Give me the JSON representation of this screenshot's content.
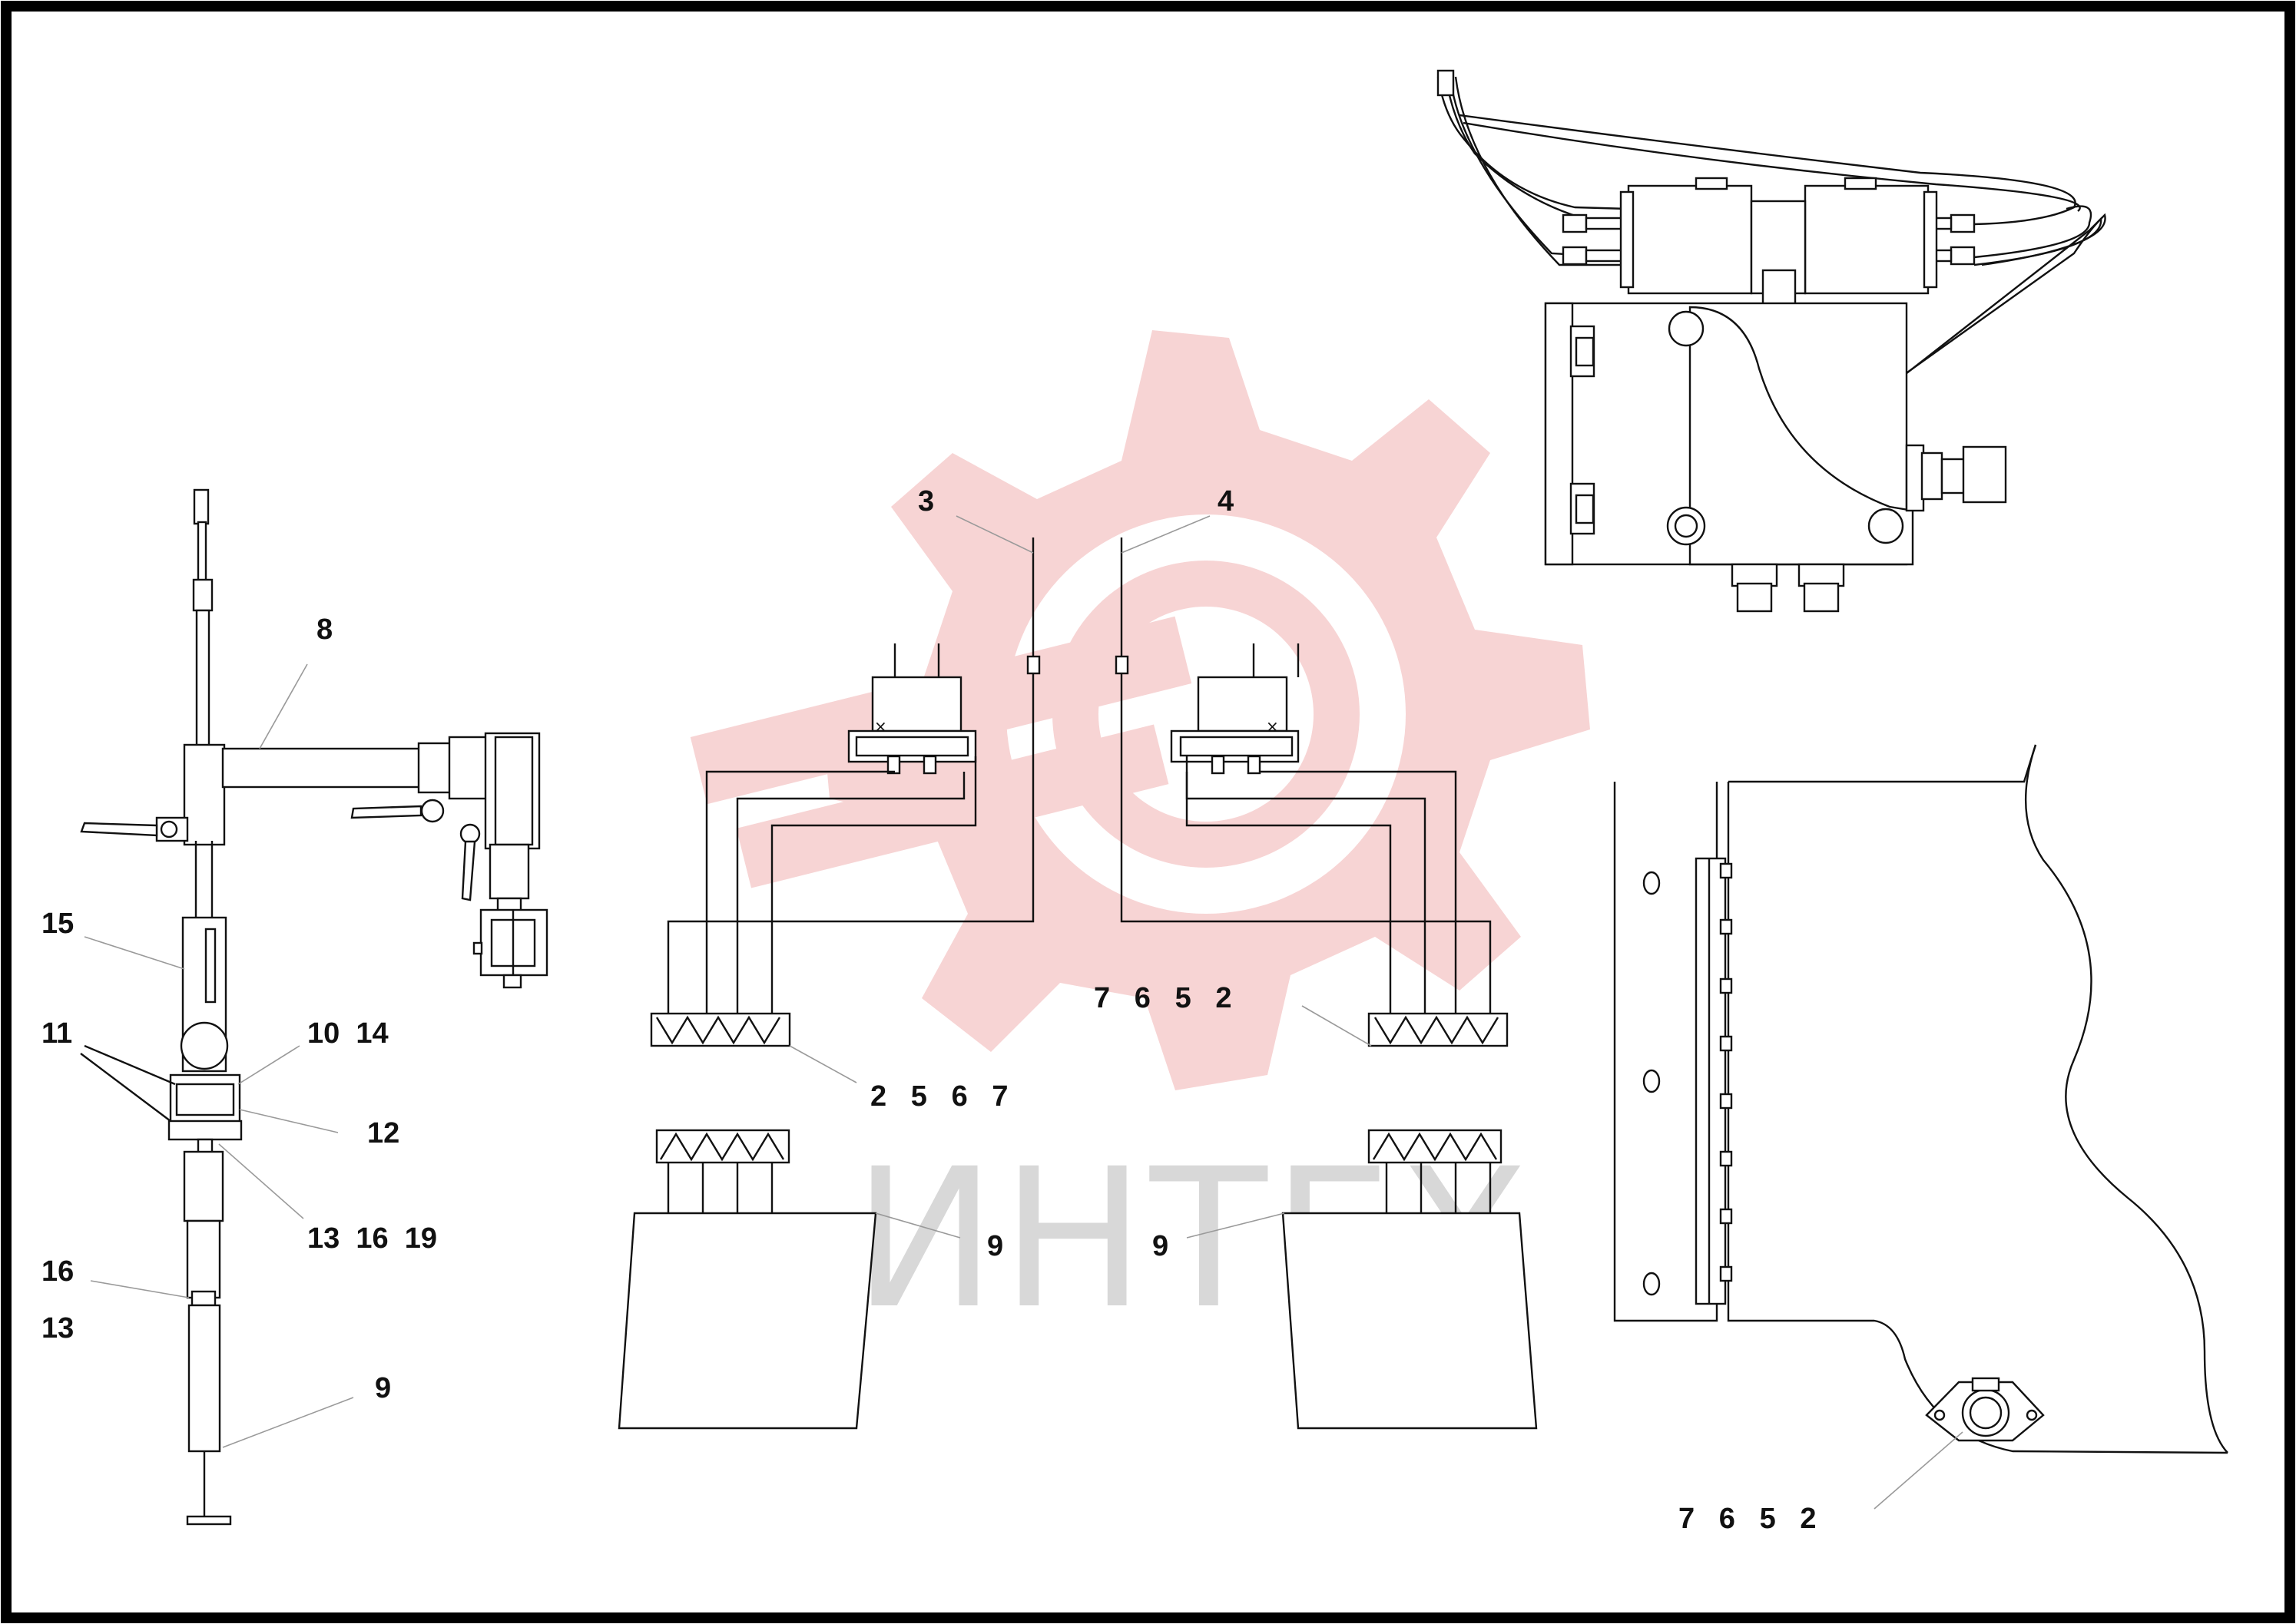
{
  "watermark": {
    "text": "ИНТЕХ",
    "color": "#f7d4d4",
    "text_color": "#d8d8d8"
  },
  "callouts": {
    "c3": "3",
    "c4": "4",
    "c8": "8",
    "c15": "15",
    "c11": "11",
    "c10_14": "10  14",
    "c12": "12",
    "c13_16_19": "13  16  19",
    "c16": "16",
    "c13": "13",
    "c9_left": "9",
    "c2567": "2   5   6   7",
    "c7652_mid": "7   6   5   2",
    "c9_mid_l": "9",
    "c9_mid_r": "9",
    "c7652_bottom": "7   6   5   2"
  }
}
